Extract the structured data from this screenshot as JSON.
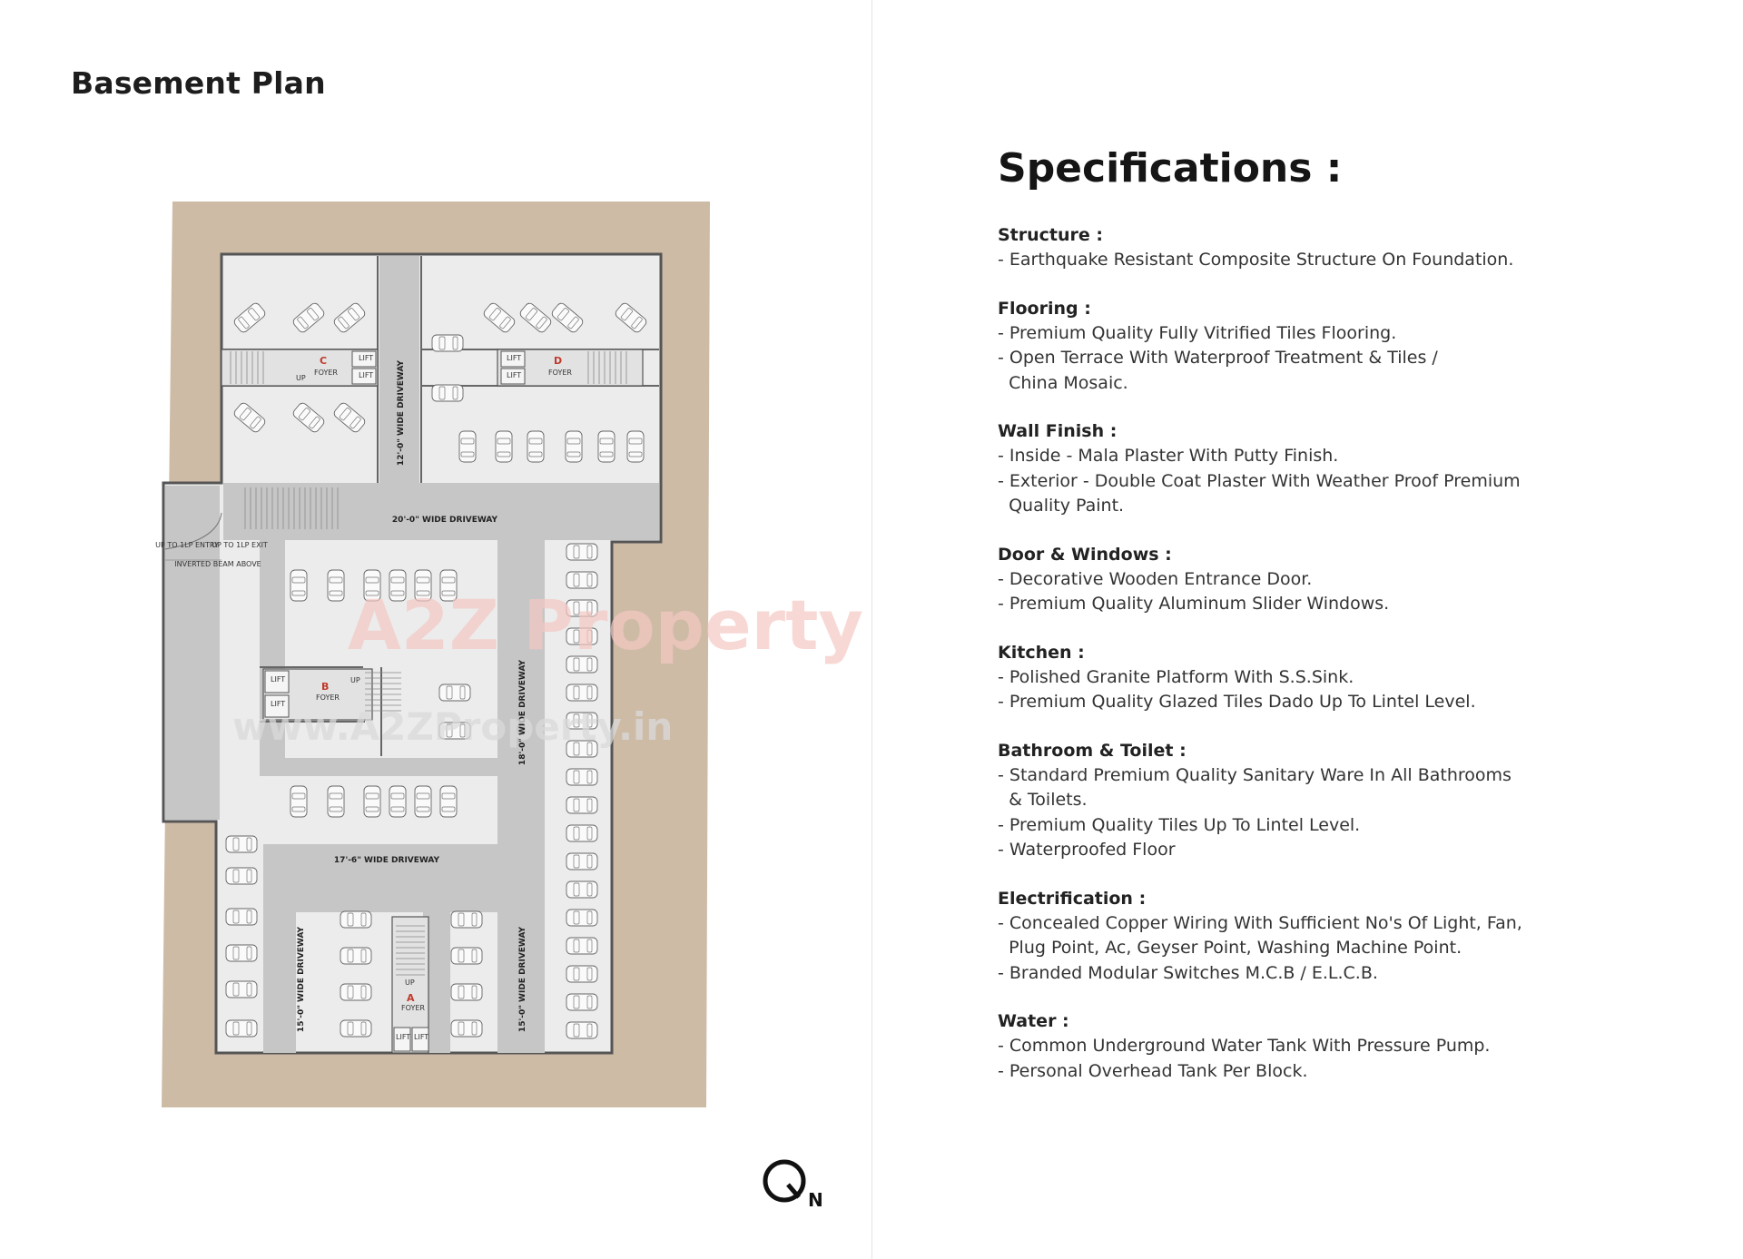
{
  "plan": {
    "title": "Basement Plan",
    "driveways": {
      "d1": "12'-0\" WIDE DRIVEWAY",
      "d2": "20'-0\" WIDE DRIVEWAY",
      "d3": "18'-0\" WIDE DRIVEWAY",
      "d4": "17'-6\" WIDE DRIVEWAY",
      "d5": "15'-0\" WIDE DRIVEWAY",
      "d6": "15'-0\" WIDE DRIVEWAY"
    },
    "blocks": {
      "a": "A",
      "b": "B",
      "c": "C",
      "d": "D",
      "foyer": "FOYER",
      "lift": "LIFT",
      "up": "UP"
    },
    "ramp": {
      "entry": "UP TO 1LP ENTRY",
      "exit": "UP TO 1LP EXIT",
      "beam": "INVERTED BEAM ABOVE"
    },
    "watermark": {
      "brand": "A2Z Property",
      "url": "www.A2ZProperty.in"
    },
    "north_label": "N",
    "colors": {
      "site": "#cdbba6",
      "building": "#ececec",
      "driveway": "#c6c6c6",
      "wall": "#555555",
      "block_label": "#c0392b"
    }
  },
  "specs": {
    "title": "Specifications :",
    "sections": [
      {
        "heading": "Structure :",
        "items": [
          "- Earthquake Resistant Composite Structure On Foundation."
        ]
      },
      {
        "heading": "Flooring :",
        "items": [
          "- Premium Quality Fully Vitrified Tiles Flooring.",
          "- Open Terrace With Waterproof Treatment & Tiles /",
          "  China Mosaic."
        ]
      },
      {
        "heading": "Wall Finish :",
        "items": [
          "- Inside - Mala Plaster With Putty Finish.",
          "- Exterior - Double Coat Plaster With Weather Proof Premium",
          "  Quality Paint."
        ]
      },
      {
        "heading": "Door & Windows :",
        "items": [
          "- Decorative Wooden Entrance Door.",
          "- Premium Quality Aluminum Slider Windows."
        ]
      },
      {
        "heading": "Kitchen :",
        "items": [
          "- Polished Granite Platform With S.S.Sink.",
          "- Premium Quality Glazed Tiles Dado Up To Lintel Level."
        ]
      },
      {
        "heading": "Bathroom & Toilet :",
        "items": [
          "- Standard Premium Quality Sanitary Ware In All Bathrooms",
          "  & Toilets.",
          "- Premium Quality Tiles Up To Lintel Level.",
          "- Waterproofed Floor"
        ]
      },
      {
        "heading": "Electrification :",
        "items": [
          "- Concealed Copper Wiring With Sufficient No's Of Light, Fan,",
          "  Plug Point, Ac, Geyser Point, Washing Machine Point.",
          "- Branded Modular Switches M.C.B / E.L.C.B."
        ]
      },
      {
        "heading": "Water :",
        "items": [
          "- Common Underground Water Tank With Pressure Pump.",
          "- Personal Overhead Tank Per Block."
        ]
      }
    ]
  }
}
